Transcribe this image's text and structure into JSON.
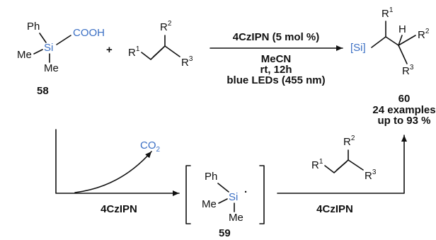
{
  "compound58": {
    "ph": "Ph",
    "si": "Si",
    "cooh": "COOH",
    "me_left": "Me",
    "me_bottom": "Me",
    "number": "58"
  },
  "alkene_top": {
    "r1": "R",
    "r1_sup": "1",
    "r2": "R",
    "r2_sup": "2",
    "r3": "R",
    "r3_sup": "3"
  },
  "plus": "+",
  "conditions": {
    "catalyst": "4CzIPN  (5 mol %)",
    "solvent": "MeCN",
    "time": "rt, 12h",
    "light": "blue LEDs (455 nm)"
  },
  "product60": {
    "si_label": "[Si]",
    "r1": "R",
    "r1_sup": "1",
    "h": "H",
    "r2": "R",
    "r2_sup": "2",
    "r3": "R",
    "r3_sup": "3",
    "number": "60",
    "examples": "24 examples",
    "yield": "up to 93 %"
  },
  "co2": {
    "main": "CO",
    "sub": "2"
  },
  "mechanism": {
    "left_label": "4CzIPN",
    "right_label": "4CzIPN"
  },
  "radical59": {
    "ph": "Ph",
    "si": "Si",
    "dot": "·",
    "me_left": "Me",
    "me_bottom": "Me",
    "number": "59"
  },
  "alkene_bottom": {
    "r1": "R",
    "r1_sup": "1",
    "r2": "R",
    "r2_sup": "2",
    "r3": "R",
    "r3_sup": "3"
  },
  "colors": {
    "accent_blue": "#3b6fc4",
    "ink": "#111111"
  }
}
